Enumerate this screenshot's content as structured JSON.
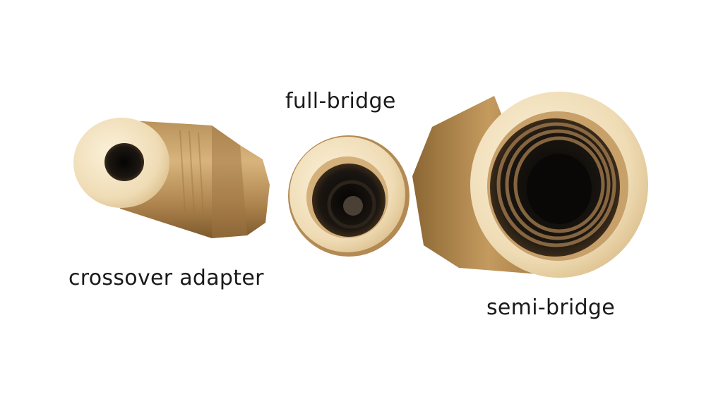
{
  "labels": {
    "full_bridge": "full-bridge",
    "crossover_adapter": "crossover adapter",
    "semi_bridge": "semi-bridge"
  },
  "colors": {
    "brass_light": "#f1e2c2",
    "brass_mid": "#c9a166",
    "brass_dark": "#8c6734",
    "bore_dark": "#14110d",
    "background": "#ffffff"
  }
}
